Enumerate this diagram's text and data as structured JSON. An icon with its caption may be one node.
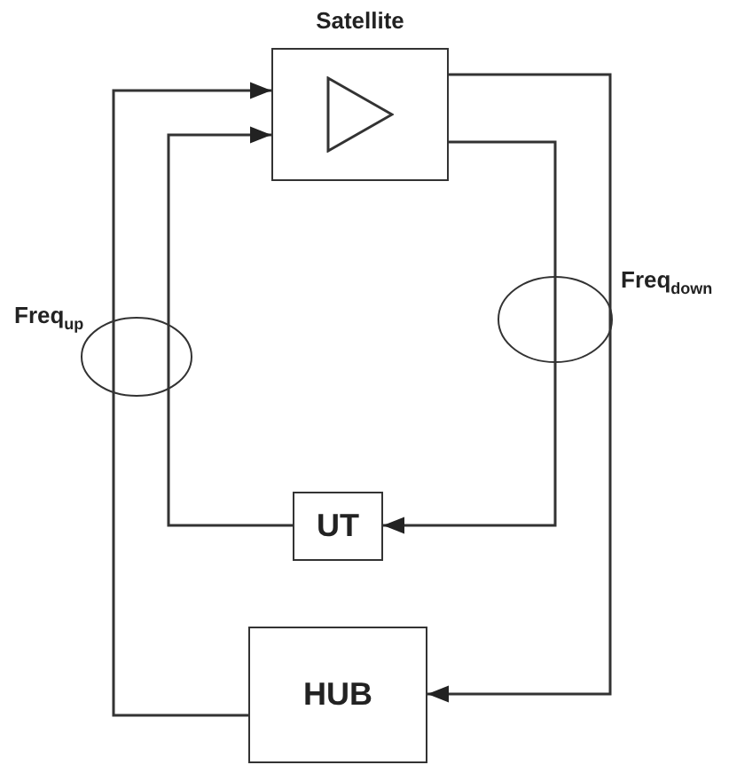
{
  "diagram": {
    "nodes": [
      {
        "text": [
          "Satellite"
        ]
      },
      {
        "text": [
          "UT"
        ]
      },
      {
        "text": [
          "HUB"
        ]
      }
    ],
    "edges": [
      {
        "from": 2,
        "to": 0,
        "arrow": "to"
      },
      {
        "from": 1,
        "to": 0,
        "arrow": "to"
      },
      {
        "from": 0,
        "to": 1,
        "arrow": "to"
      },
      {
        "from": 0,
        "to": 2,
        "arrow": "to"
      }
    ],
    "labels": [
      "Freq$_{up}$",
      "Freq$_{down}$"
    ]
  }
}
